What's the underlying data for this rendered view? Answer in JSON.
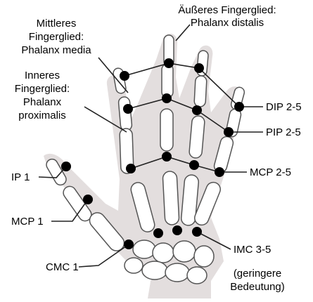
{
  "labels": {
    "outer_phalanx": [
      "Äußeres Fingerglied:",
      "Phalanx distalis"
    ],
    "middle_phalanx": [
      "Mittleres",
      "Fingerglied:",
      "Phalanx media"
    ],
    "inner_phalanx": [
      "Inneres",
      "Fingerglied:",
      "Phalanx",
      "proximalis"
    ],
    "dip": "DIP 2-5",
    "pip": "PIP 2-5",
    "mcp25": "MCP 2-5",
    "ip1": "IP 1",
    "mcp1": "MCP 1",
    "cmc1": "CMC 1",
    "imc": "IMC 3-5",
    "imc_note": [
      "(geringere",
      "Bedeutung)"
    ]
  },
  "colors": {
    "skin": "#e3dede",
    "bone": "#ffffff",
    "bone_outline": "#555555",
    "joint": "#000000",
    "line": "#222222",
    "text": "#000000"
  }
}
